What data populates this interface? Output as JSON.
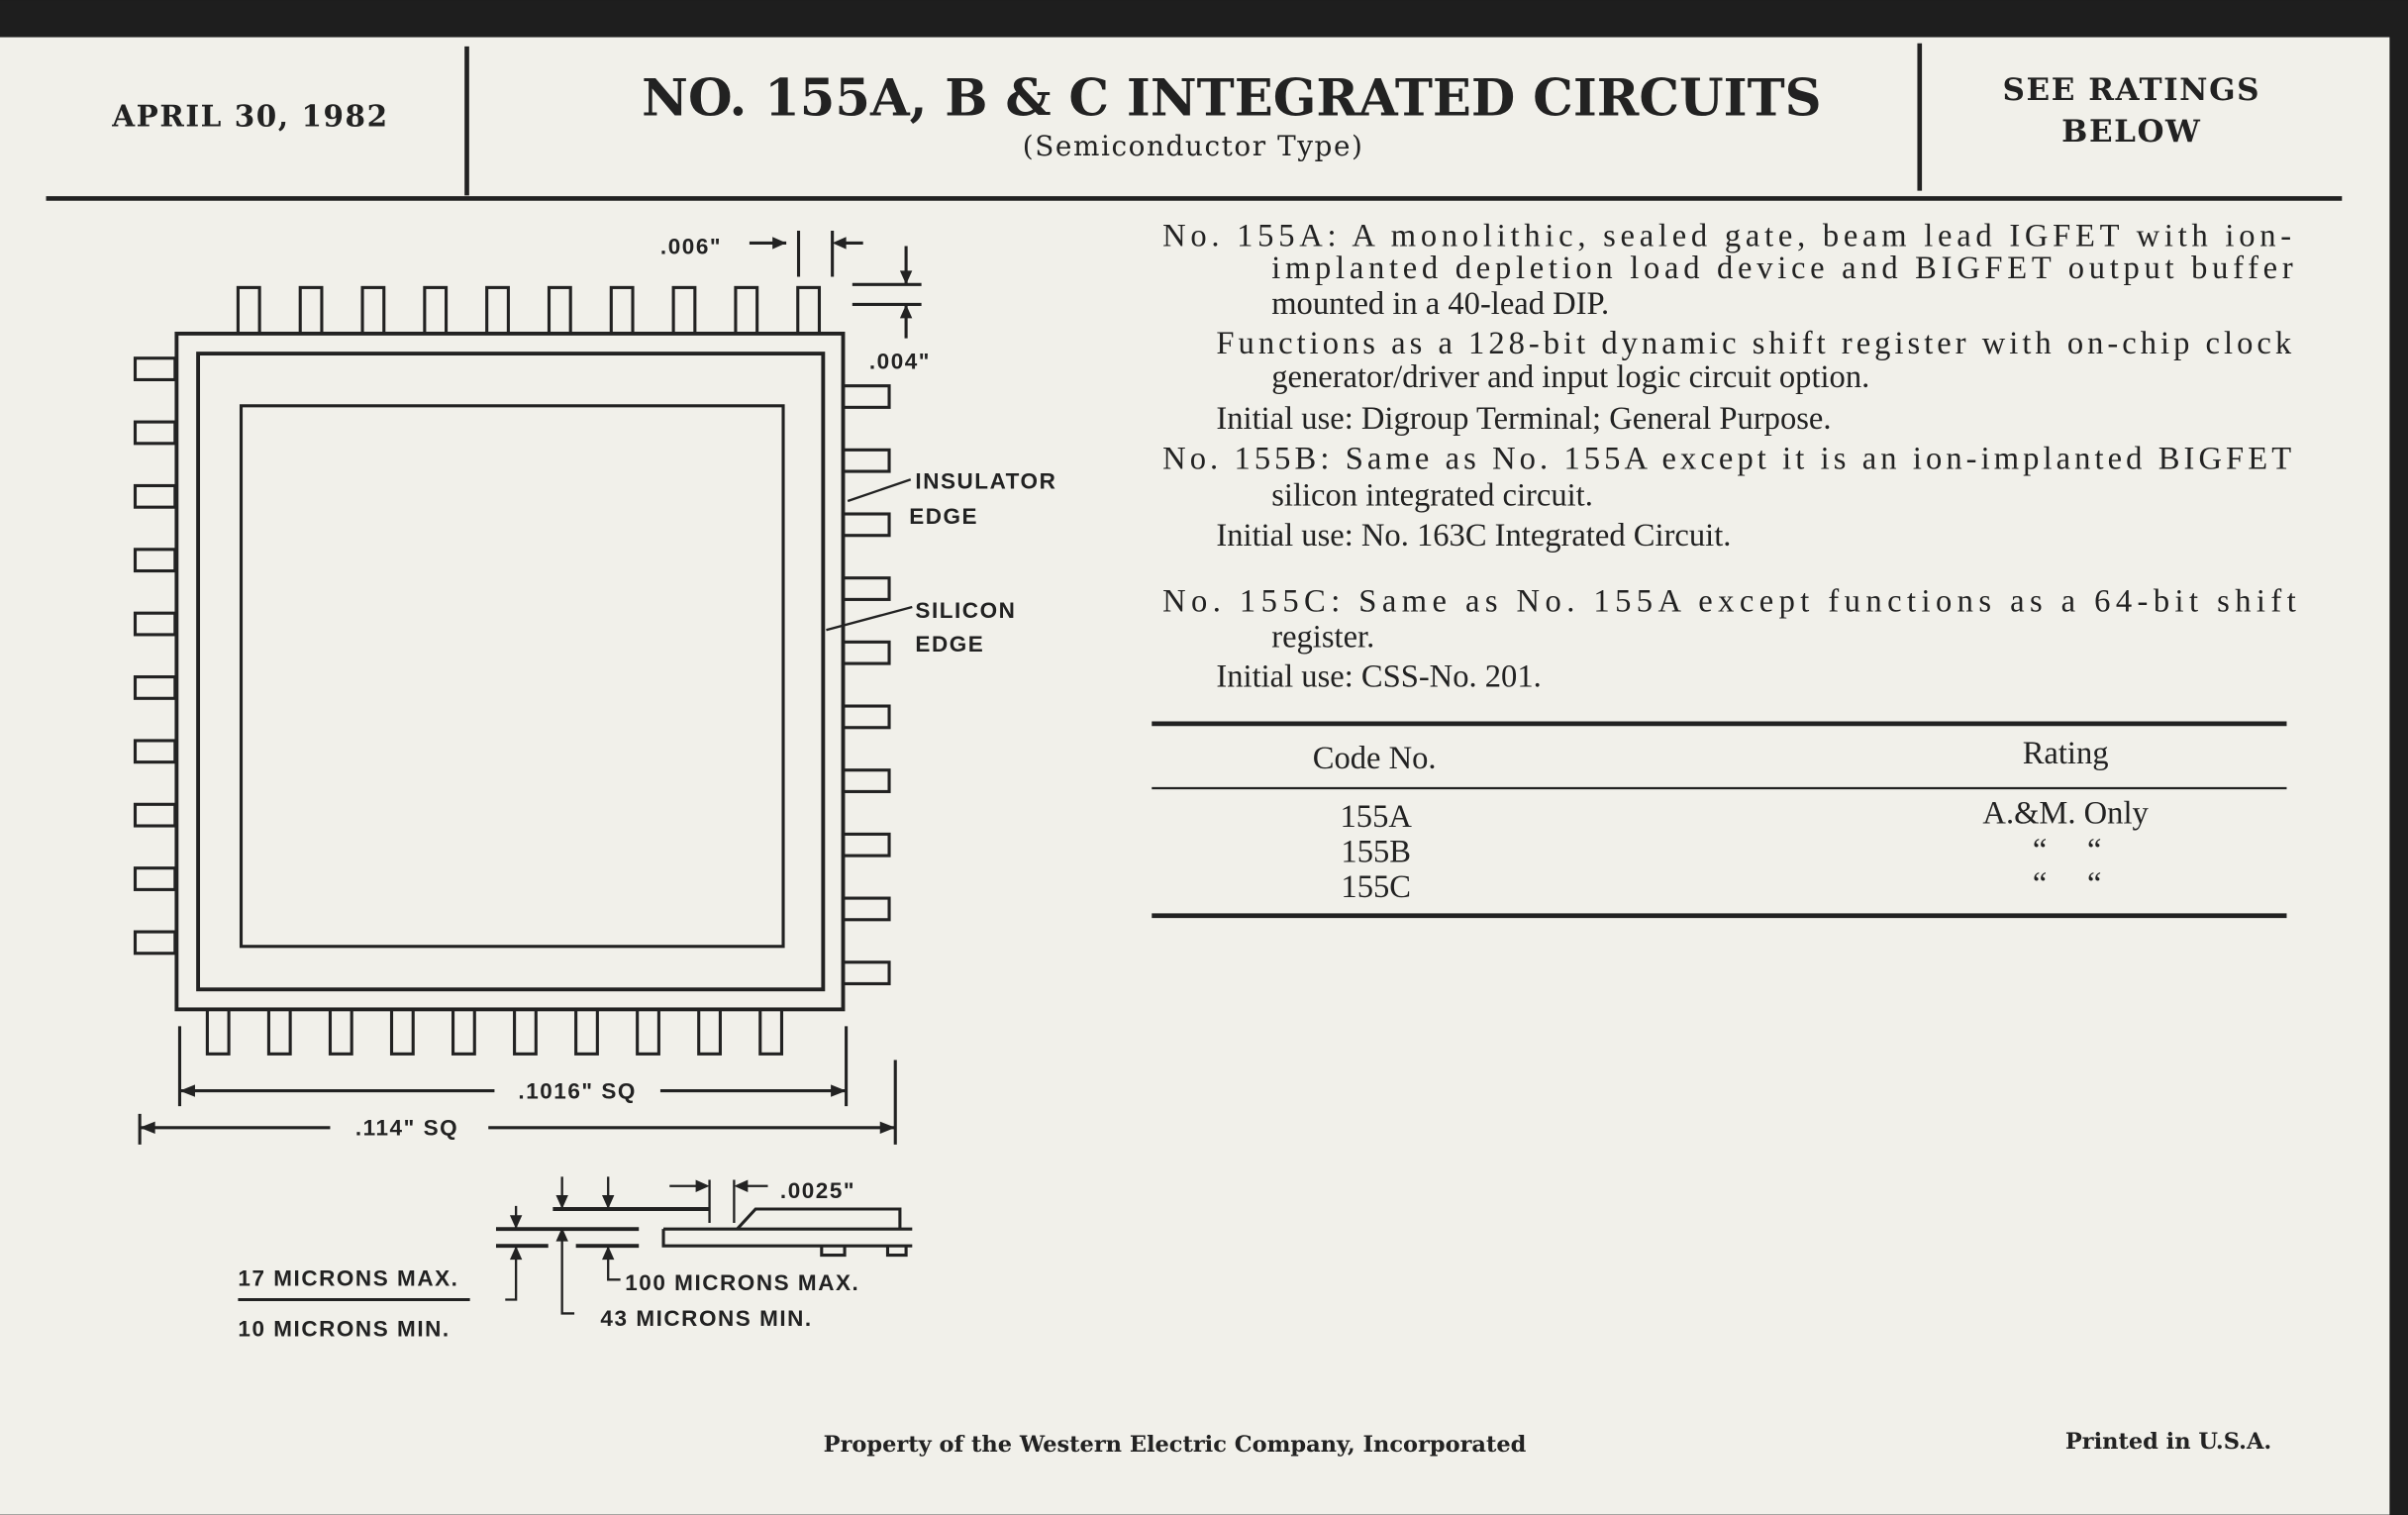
{
  "header": {
    "date": "APRIL 30, 1982",
    "title": "NO. 155A, B & C INTEGRATED CIRCUITS",
    "subtitle": "(Semiconductor Type)",
    "ratings_note": [
      "SEE RATINGS",
      "BELOW"
    ]
  },
  "description": {
    "a": [
      "No. 155A:  A monolithic, sealed gate, beam lead IGFET with ion-",
      "implanted depletion load device and BIGFET output buffer",
      "mounted in a 40-lead DIP."
    ],
    "a_functions": [
      "Functions as a 128-bit dynamic shift register with on-chip clock",
      "generator/driver and input logic circuit option."
    ],
    "a_use": "Initial use:  Digroup Terminal; General Purpose.",
    "b": [
      "No. 155B:  Same as No. 155A except it is an ion-implanted BIGFET",
      "silicon integrated circuit."
    ],
    "b_use": "Initial use:  No. 163C Integrated Circuit.",
    "c": [
      "No. 155C:  Same as No. 155A except functions as a 64-bit shift",
      "register."
    ],
    "c_use": "Initial use:  CSS-No. 201."
  },
  "ratings_table": {
    "headers": [
      "Code No.",
      "Rating"
    ],
    "rows": [
      {
        "code": "155A",
        "rating": "A.&M. Only"
      },
      {
        "code": "155B",
        "rating": "“     “"
      },
      {
        "code": "155C",
        "rating": "“     “"
      }
    ]
  },
  "diagram": {
    "dim_006": ".006\"",
    "dim_004": ".004\"",
    "insulator_edge": [
      "INSULATOR",
      "EDGE"
    ],
    "silicon_edge": [
      "SILICON",
      "EDGE"
    ],
    "dim_1016": ".1016\" SQ",
    "dim_114": ".114\" SQ",
    "dim_0025": ".0025\"",
    "microns_17": "17 MICRONS MAX.",
    "microns_10": "10 MICRONS MIN.",
    "microns_100": "100 MICRONS MAX.",
    "microns_43": "43 MICRONS MIN."
  },
  "footer": {
    "property": "Property of the Western Electric Company, Incorporated",
    "printed": "Printed in U.S.A."
  }
}
